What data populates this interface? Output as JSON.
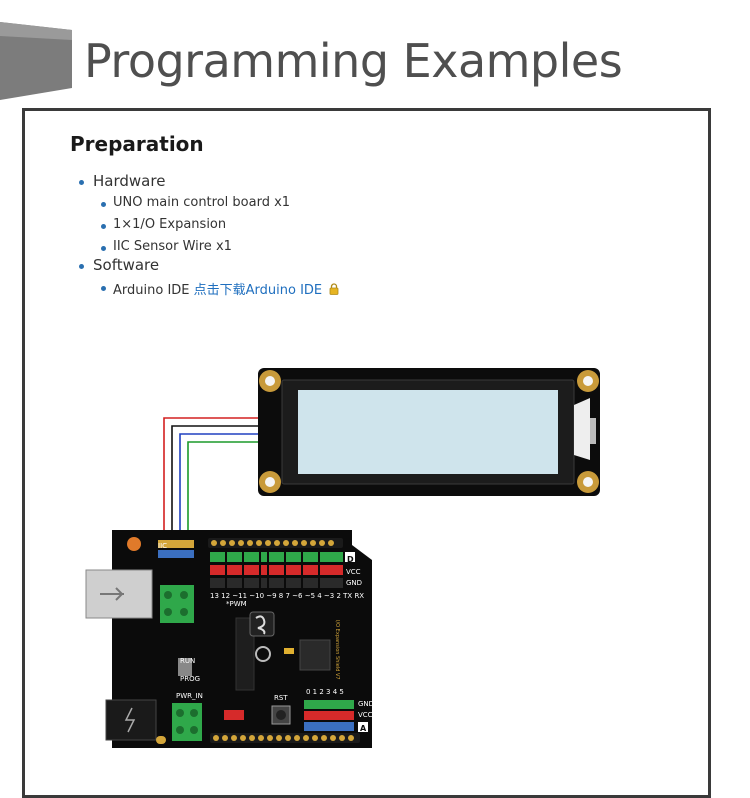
{
  "page": {
    "title": "Programming Examples"
  },
  "preparation": {
    "title": "Preparation",
    "hardware_label": "Hardware",
    "hardware_items": [
      "UNO main control board x1",
      "1×1/O Expansion",
      "IIC Sensor Wire x1"
    ],
    "software_label": "Software",
    "software_item_prefix": "Arduino IDE",
    "software_link": "点击下载Arduino IDE",
    "lock_icon": "lock-icon"
  },
  "board_labels": {
    "pin_row": "13 12 ~11 ~10 ~9 8    7 ~6 ~5 4 ~3 2 TX RX",
    "analog_row": "0 1 2 3 4 5",
    "d_label": "D",
    "a_label": "A",
    "vcc_label": "VCC",
    "gnd_label": "GND",
    "pwm_label": "*PWM",
    "run_label": "RUN",
    "prog_label": "PROG",
    "rst_label": "RST",
    "pwr_in_label": "PWR_IN",
    "iic_label": "IIC",
    "brand_label": "I/O Expansion Shield V7"
  },
  "colors": {
    "accent_link": "#1f6fbf",
    "bullet": "#2a6fb0",
    "wire_red": "#d42020",
    "wire_black": "#111111",
    "wire_blue": "#2040c0",
    "wire_green": "#1c9a2a"
  }
}
